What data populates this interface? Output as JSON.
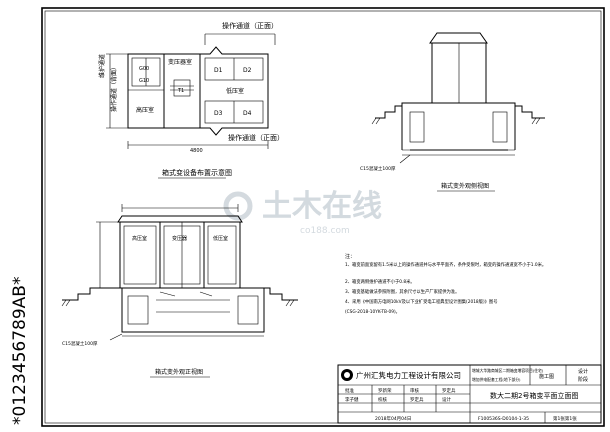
{
  "side_code": "*0123456789AB*",
  "watermark": {
    "main": "土木在线",
    "sub": "co188.com"
  },
  "plan": {
    "top_label": "操作通道（正面）",
    "bottom_label": "操作通道（正面）",
    "left_label": "操作通道（背面）",
    "left_label_2": "维护通道",
    "transformer_room": "变压器室",
    "hv_room": "高压室",
    "lv_room": "低压室",
    "d1": "D1",
    "d2": "D2",
    "d3": "D3",
    "d4": "D4",
    "g1": "G00",
    "g2": "G10",
    "t1": "T1",
    "dim_total": "4800",
    "title": "箱式变设备布置示意图"
  },
  "side_view": {
    "title": "箱式变外观侧视图",
    "scale_note": "C15混凝土100厚"
  },
  "front_view": {
    "title": "箱式变外观正视图",
    "scale_note": "C15混凝土100厚"
  },
  "notes": {
    "heading": "注：",
    "items": [
      "1、箱变前面宽留有1.5米以上的操作通道并与水平平面齐，条件受限时，箱变的操作通道宽不小于1.0米。",
      "2、箱变两侧维护通道不小于0.8米。",
      "3、箱变基础做法参照附图，其余尺寸以生产厂家提供为准。",
      "4、采用《中国南方电网10kV及以下业扩受电工程典型设计图集(2018版)》图号",
      "(CSG-2018-10YK-TB-09)。"
    ]
  },
  "titleblock": {
    "company": "广州汇隽电力工程设计有限公司",
    "project_line1": "增城大华路商城区二期箱变增容项目(住宅)",
    "project_line2": "增加供电配套工程(地下部分)",
    "stage_label": "施工图",
    "design_label": "设计",
    "design_stage": "阶段",
    "role1": "批准",
    "role2": "审核",
    "role3": "校核",
    "role4": "设计",
    "name1": "罗新荣",
    "name2": "罗定兵",
    "name3": "罗定兵",
    "name4": "李子健",
    "date": "2018年04月04日",
    "drawing_title": "数大二期2号箱变平面立面图",
    "drawing_no": "F100536S-D0104-1-35",
    "sheet": "第1张第1张"
  }
}
